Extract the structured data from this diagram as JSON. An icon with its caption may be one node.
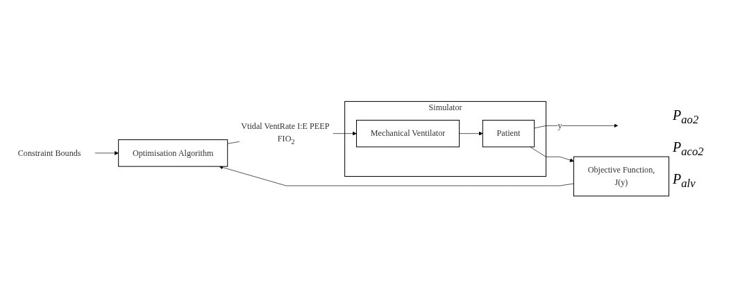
{
  "diagram": {
    "nodes": [
      {
        "text": [
          "Constraint Bounds"
        ]
      },
      {
        "text": [
          "Optimisation Algorithm"
        ]
      },
      {
        "text": [
          "Simulator"
        ]
      },
      {
        "text": [
          "Mechanical Ventilator"
        ],
        "in": 2
      },
      {
        "text": [
          "Patient"
        ],
        "in": 2
      },
      {
        "text": [
          "Objective Function,",
          "J(y)"
        ]
      }
    ],
    "edges": [
      {
        "from": 0,
        "to": 1,
        "arrow": "to"
      },
      {
        "from": 1,
        "to": 3,
        "arrow": "to",
        "label": "Vtidal VentRate I:E PEEP FIO$_{2}$"
      },
      {
        "from": 3,
        "to": 4,
        "arrow": "to"
      },
      {
        "from": 4,
        "to": null,
        "arrow": "to",
        "label": "y"
      },
      {
        "from": 4,
        "to": 5,
        "arrow": "to"
      },
      {
        "from": 5,
        "to": 1,
        "arrow": "to"
      }
    ],
    "labels": [
      "P$_{ao2}$",
      "P$_{aco2}$",
      "P$_{alv}$"
    ]
  }
}
